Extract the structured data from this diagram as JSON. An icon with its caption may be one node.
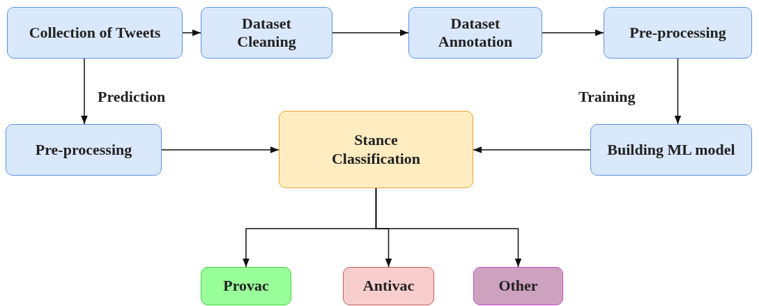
{
  "diagram": {
    "nodes": [
      {
        "text": [
          "Collection of Tweets"
        ]
      },
      {
        "text": [
          "Dataset Cleaning"
        ]
      },
      {
        "text": [
          "Dataset Annotation"
        ]
      },
      {
        "text": [
          "Pre-processing"
        ]
      },
      {
        "text": [
          "Pre-processing"
        ]
      },
      {
        "text": [
          "Stance Classification"
        ]
      },
      {
        "text": [
          "Building ML model"
        ]
      },
      {
        "text": [
          "Provac"
        ]
      },
      {
        "text": [
          "Antivac"
        ]
      },
      {
        "text": [
          "Other"
        ]
      }
    ],
    "edges": [
      {
        "from": 0,
        "to": 1,
        "arrow": "to"
      },
      {
        "from": 1,
        "to": 2,
        "arrow": "to"
      },
      {
        "from": 2,
        "to": 3,
        "arrow": "to"
      },
      {
        "from": 0,
        "to": 4,
        "arrow": "to",
        "label": "Prediction"
      },
      {
        "from": 3,
        "to": 6,
        "arrow": "to",
        "label": "Training"
      },
      {
        "from": 4,
        "to": 5,
        "arrow": "to"
      },
      {
        "from": 6,
        "to": 5,
        "arrow": "to"
      },
      {
        "from": 5,
        "to": 7,
        "arrow": "to"
      },
      {
        "from": 5,
        "to": 8,
        "arrow": "to"
      },
      {
        "from": 5,
        "to": 9,
        "arrow": "to"
      }
    ]
  }
}
